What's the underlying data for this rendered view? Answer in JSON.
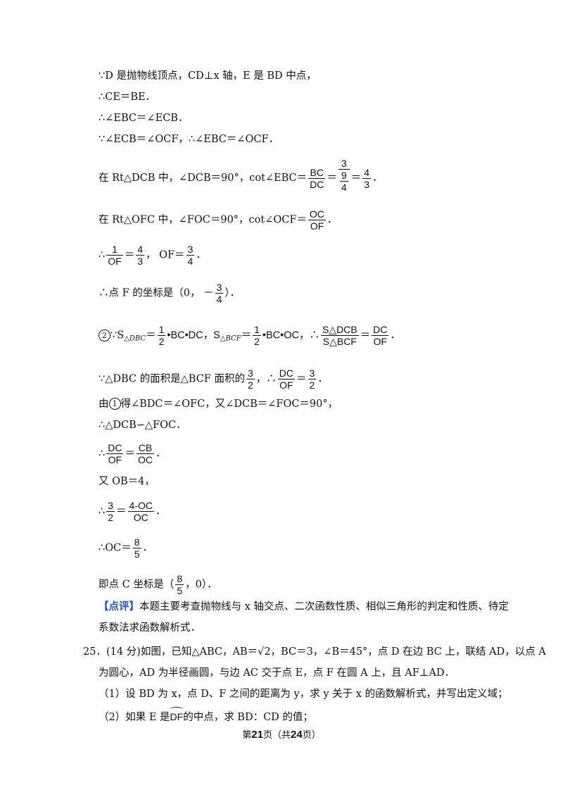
{
  "lines": {
    "l1": "∵D 是抛物线顶点，CD⊥x 轴，E 是 BD 中点，",
    "l2": "∴CE＝BE．",
    "l3": "∴∠EBC＝∠ECB．",
    "l4": "∵∠ECB＝∠OCF，∴∠EBC＝∠OCF．",
    "l5_pre": "在 Rt△DCB 中，∠DCB＝90°，cot∠EBC＝",
    "l6_pre": "在 Rt△OFC 中，∠FOC＝90°，cot∠OCF＝",
    "l7_pre": "∴",
    "l7_mid": "， OF＝",
    "l8_pre": "∴点 F 的坐标是（0， －",
    "l8_post": "）．",
    "l9_circ": "2",
    "l9_a": "∵S",
    "l9_asub": "△DBC",
    "l9_b": "＝",
    "l9_c": "•BC•DC，S",
    "l9_csub": "△BCF",
    "l9_d": "＝",
    "l9_e": "•BC•OC，∴",
    "l10_pre": "∵△DBC 的面积是△BCF 面积的",
    "l10_mid": "，∴",
    "l11_pre": "由",
    "l11_circ": "1",
    "l11_post": "得∠BDC＝∠OFC，又∠DCB＝∠FOC＝90°，",
    "l12": "∴△DCB∽△FOC．",
    "l13_pre": "∴",
    "l14": "又 OB＝4，",
    "l15_pre": "∴",
    "l16_pre": "∴OC＝",
    "l17_pre": "即点 C 坐标是（",
    "l17_post": "，0）．",
    "comment_tag": "【点评】",
    "comment_1": "本题主要考查抛物线与 x 轴交点、二次函数性质、相似三角形的判定和性质、待定",
    "comment_2": "系数法求函数解析式．",
    "q25_1": "25．(14 分)如图，已知△ABC，AB＝√2，BC＝3，∠B＝45°，点 D 在边 BC 上，联结 AD，以点 A",
    "q25_2": "为圆心，AD 为半径画圆，与边 AC 交于点 E，点 F 在圆 A 上，且 AF⊥AD．",
    "q25_3": "（1）设 BD 为 x，点 D、F 之间的距离为 y，求 y 关于 x 的函数解析式，并写出定义域；",
    "q25_4_pre": "（2）如果 E 是",
    "q25_4_arc": "DF",
    "q25_4_post": "的中点，求 BD：CD 的值；"
  },
  "fracs": {
    "bc": "BC",
    "dc": "DC",
    "three": "3",
    "nine": "9",
    "four": "4",
    "oc": "OC",
    "of": "OF",
    "one": "1",
    "two": "2",
    "sdcb": "S△DCB",
    "sbcf": "S△BCF",
    "cb": "CB",
    "fourmoc": "4-OC",
    "eight": "8",
    "five": "5",
    "dot": "．",
    "eq": "＝"
  },
  "footer": {
    "pre": "第",
    "page": "21",
    "mid": "页（共",
    "total": "24",
    "post": "页）"
  }
}
